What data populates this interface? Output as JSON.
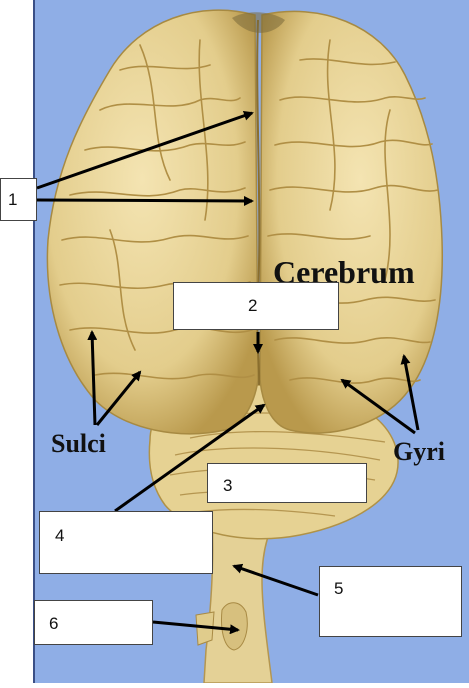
{
  "colors": {
    "background": "#8faee6",
    "left_margin": "#ffffff",
    "tissue": "#e8d59a",
    "tissue_shadow": "#b89a4e",
    "arrow": "#000000"
  },
  "labels": {
    "cerebrum": "Cerebrum",
    "sulci": "Sulci",
    "gyri": "Gyri"
  },
  "boxes": {
    "b1": "1",
    "b2": "2",
    "b3": "3",
    "b4": "4",
    "b5": "5",
    "b6": "6"
  }
}
